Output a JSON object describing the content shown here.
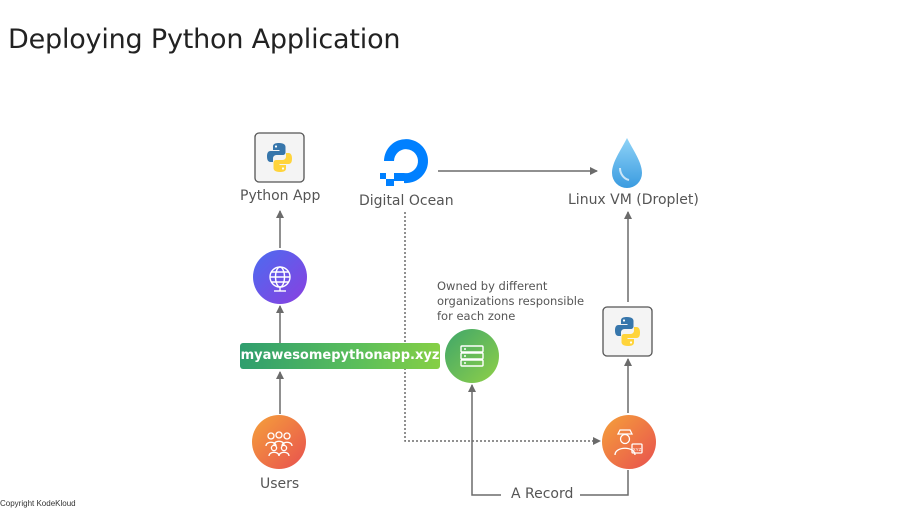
{
  "slide": {
    "title": "Deploying Python Application",
    "copyright": "Copyright KodeKloud"
  },
  "nodes": {
    "python_app": "Python App",
    "digital_ocean": "Digital Ocean",
    "linux_vm": "Linux VM (Droplet)",
    "users": "Users",
    "domain": "myawesomepythonapp.xyz",
    "dns_note": "Owned by different organizations responsible for each zone",
    "a_record": "A Record"
  },
  "colors": {
    "python_blue": "#3776ab",
    "python_yellow": "#ffd43b",
    "globe_gradient": [
      "#4b6cf0",
      "#8a3fe0"
    ],
    "server_gradient": [
      "#3fa66a",
      "#8fd048"
    ],
    "orange_gradient": [
      "#f08a3c",
      "#e8504f"
    ],
    "do_blue": "#0080ff",
    "droplet_blue": "#5bb8ef"
  },
  "icons": [
    "python-icon",
    "globe-icon",
    "users-icon",
    "server-icon",
    "admin-icon",
    "digital-ocean-logo",
    "droplet-icon"
  ]
}
